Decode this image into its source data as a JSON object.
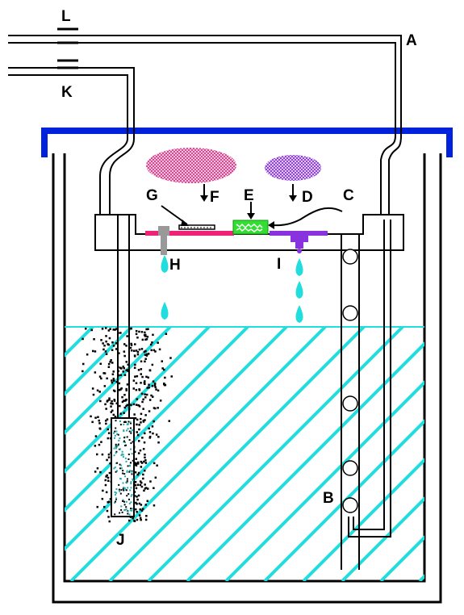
{
  "labels": {
    "A": "A",
    "B": "B",
    "C": "C",
    "D": "D",
    "E": "E",
    "F": "F",
    "G": "G",
    "H": "H",
    "I": "I",
    "J": "J",
    "K": "K",
    "L": "L"
  },
  "colors": {
    "outline": "#000000",
    "lid": "#0022dd",
    "water": "#22dddd",
    "pink_plate": "#ee2277",
    "purple_plate": "#8833dd",
    "green_element": "#33dd33",
    "gray_electrode": "#999999",
    "pink_cloud": "#dd3388",
    "purple_cloud": "#8833dd",
    "bubble": "#ffffff"
  }
}
